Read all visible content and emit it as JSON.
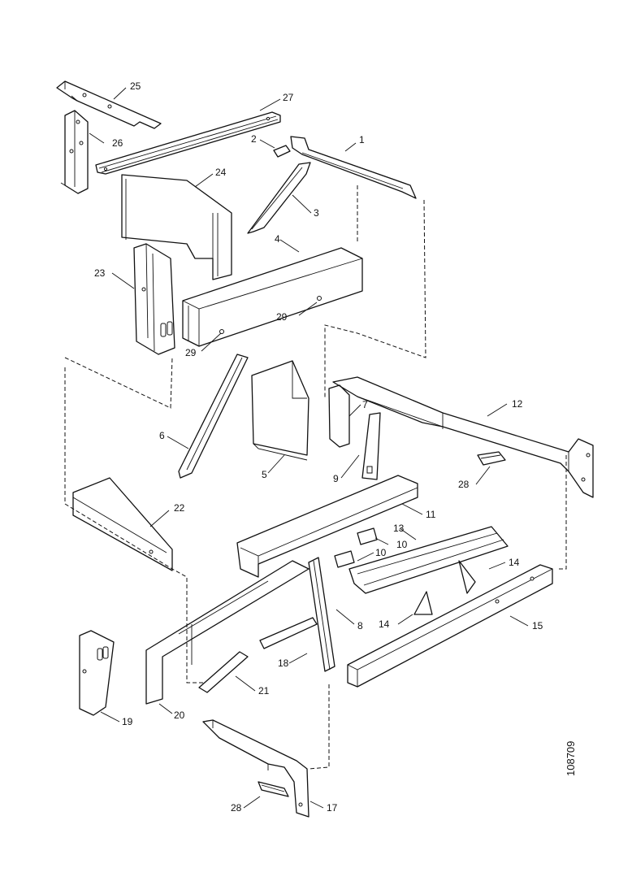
{
  "drawing_number": "108709",
  "callouts": [
    {
      "id": "c25",
      "text": "25"
    },
    {
      "id": "c27",
      "text": "27"
    },
    {
      "id": "c26",
      "text": "26"
    },
    {
      "id": "c2",
      "text": "2"
    },
    {
      "id": "c1",
      "text": "1"
    },
    {
      "id": "c24",
      "text": "24"
    },
    {
      "id": "c3",
      "text": "3"
    },
    {
      "id": "c4",
      "text": "4"
    },
    {
      "id": "c23",
      "text": "23"
    },
    {
      "id": "c29a",
      "text": "29"
    },
    {
      "id": "c29b",
      "text": "29"
    },
    {
      "id": "c7",
      "text": "7"
    },
    {
      "id": "c12",
      "text": "12"
    },
    {
      "id": "c6",
      "text": "6"
    },
    {
      "id": "c9a",
      "text": "9"
    },
    {
      "id": "c5",
      "text": "5"
    },
    {
      "id": "c28a",
      "text": "28"
    },
    {
      "id": "c22",
      "text": "22"
    },
    {
      "id": "c11",
      "text": "11"
    },
    {
      "id": "c13",
      "text": "13"
    },
    {
      "id": "c10a",
      "text": "10"
    },
    {
      "id": "c10b",
      "text": "10"
    },
    {
      "id": "c14a",
      "text": "14"
    },
    {
      "id": "c14b",
      "text": "14"
    },
    {
      "id": "c8",
      "text": "8"
    },
    {
      "id": "c15",
      "text": "15"
    },
    {
      "id": "c18",
      "text": "18"
    },
    {
      "id": "c21",
      "text": "21"
    },
    {
      "id": "c19",
      "text": "19"
    },
    {
      "id": "c20",
      "text": "20"
    },
    {
      "id": "c28b",
      "text": "28"
    },
    {
      "id": "c17",
      "text": "17"
    }
  ]
}
